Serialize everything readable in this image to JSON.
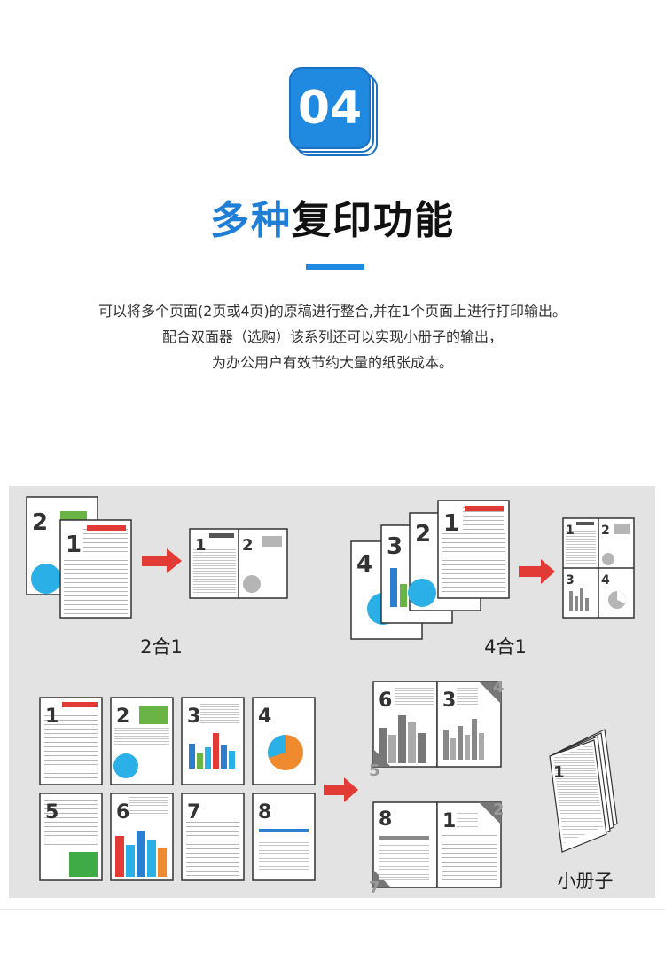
{
  "badge": {
    "number": "04"
  },
  "heading": {
    "highlight": "多种",
    "rest": "复印功能"
  },
  "description": [
    "可以将多个页面(2页或4页)的原稿进行整合,并在1个页面上进行打印输出。",
    "配合双面器（选购）该系列还可以实现小册子的输出，",
    "为办公用户有效节约大量的纸张成本。"
  ],
  "diagram": {
    "label_2in1": "2合1",
    "label_4in1": "4合1",
    "label_booklet": "小册子",
    "page_numbers": [
      "1",
      "2",
      "3",
      "4",
      "5",
      "6",
      "7",
      "8"
    ]
  },
  "colors": {
    "accent_blue": "#1f8ae0",
    "arrow_red": "#e23a34",
    "page_red": "#e23a34",
    "page_green": "#6ab446",
    "page_cyan": "#2ab0e6",
    "page_orange": "#ef8a2e",
    "panel_bg": "#e3e3e3"
  }
}
